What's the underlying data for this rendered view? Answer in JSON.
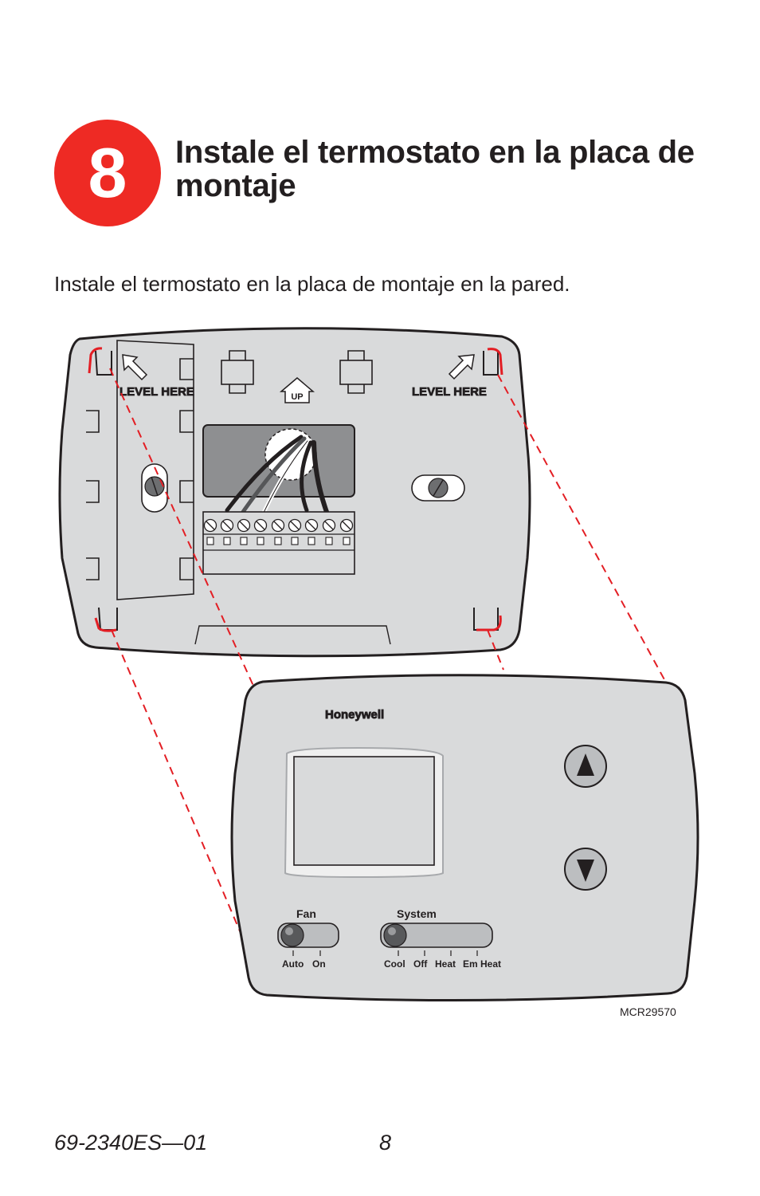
{
  "step": {
    "number": "8",
    "title": "Instale el termostato en la placa de montaje"
  },
  "intro": "Instale el termostato en la placa de montaje en la pared.",
  "wallplate": {
    "level_left": "LEVEL HERE",
    "level_right": "LEVEL HERE",
    "up_label": "UP"
  },
  "thermostat": {
    "brand": "Honeywell",
    "fan": {
      "label": "Fan",
      "options": [
        "Auto",
        "On"
      ],
      "selected": "Auto"
    },
    "system": {
      "label": "System",
      "options": [
        "Cool",
        "Off",
        "Heat",
        "Em Heat"
      ],
      "selected": "Cool"
    },
    "buttons": [
      "up-arrow-icon",
      "down-arrow-icon"
    ]
  },
  "figure_code": "MCR29570",
  "footer": {
    "doc_number": "69-2340ES—01",
    "page": "8"
  },
  "colors": {
    "accent_red": "#ee2a24",
    "device_gray": "#d9dadb",
    "outline": "#231f20",
    "guide_red": "#e31e24"
  }
}
